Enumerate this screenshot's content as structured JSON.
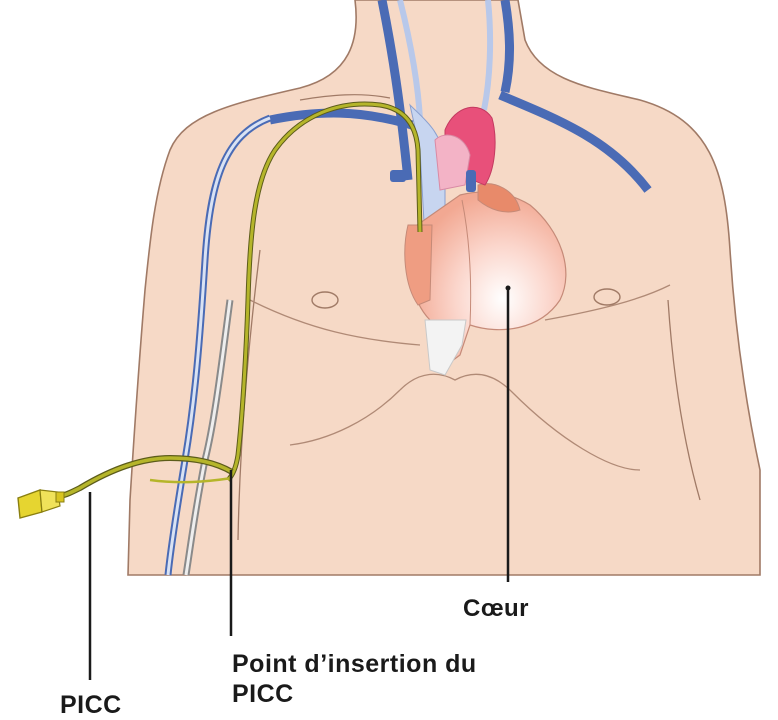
{
  "labels": {
    "heart": "Cœur",
    "insertion_line1": "Point d’insertion du",
    "insertion_line2": "PICC",
    "picc": "PICC"
  },
  "colors": {
    "skin": "#f6d9c6",
    "skin_outline": "#a07a66",
    "vein": "#4a6bb5",
    "vein_light": "#b8c8ea",
    "heart_light": "#f7cbb8",
    "heart_pink": "#e8507a",
    "catheter": "#b5b52a",
    "connector": "#e6d530",
    "leader_line": "#1a1a1a"
  }
}
